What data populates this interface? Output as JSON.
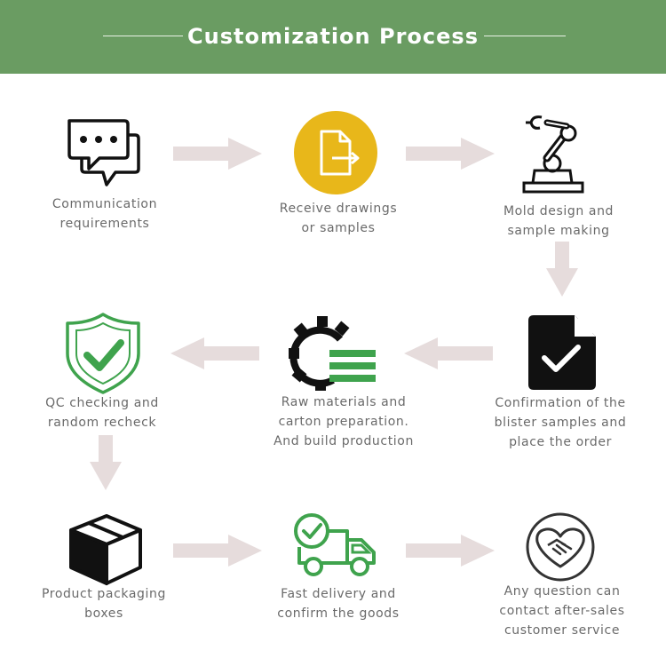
{
  "header": {
    "title": "Customization Process"
  },
  "colors": {
    "header_bg": "#6a9c62",
    "accent_green": "#3fa34d",
    "accent_yellow": "#e8b71a",
    "arrow": "#e6dcdc",
    "text": "#6a6a6a"
  },
  "steps": [
    {
      "label": "Communication\nrequirements",
      "icon": "chat-bubbles-icon"
    },
    {
      "label": "Receive drawings\nor samples",
      "icon": "document-arrow-icon"
    },
    {
      "label": "Mold design and\nsample making",
      "icon": "robot-arm-icon"
    },
    {
      "label": "Confirmation of the\nblister samples and\nplace the order",
      "icon": "document-check-icon"
    },
    {
      "label": "Raw materials and\ncarton preparation.\nAnd build production",
      "icon": "gear-lines-icon"
    },
    {
      "label": "QC checking and\nrandom recheck",
      "icon": "shield-check-icon"
    },
    {
      "label": "Product packaging\nboxes",
      "icon": "box-icon"
    },
    {
      "label": "Fast delivery and\nconfirm the goods",
      "icon": "delivery-truck-icon"
    },
    {
      "label": "Any question can\ncontact after-sales\ncustomer service",
      "icon": "handshake-heart-icon"
    }
  ]
}
